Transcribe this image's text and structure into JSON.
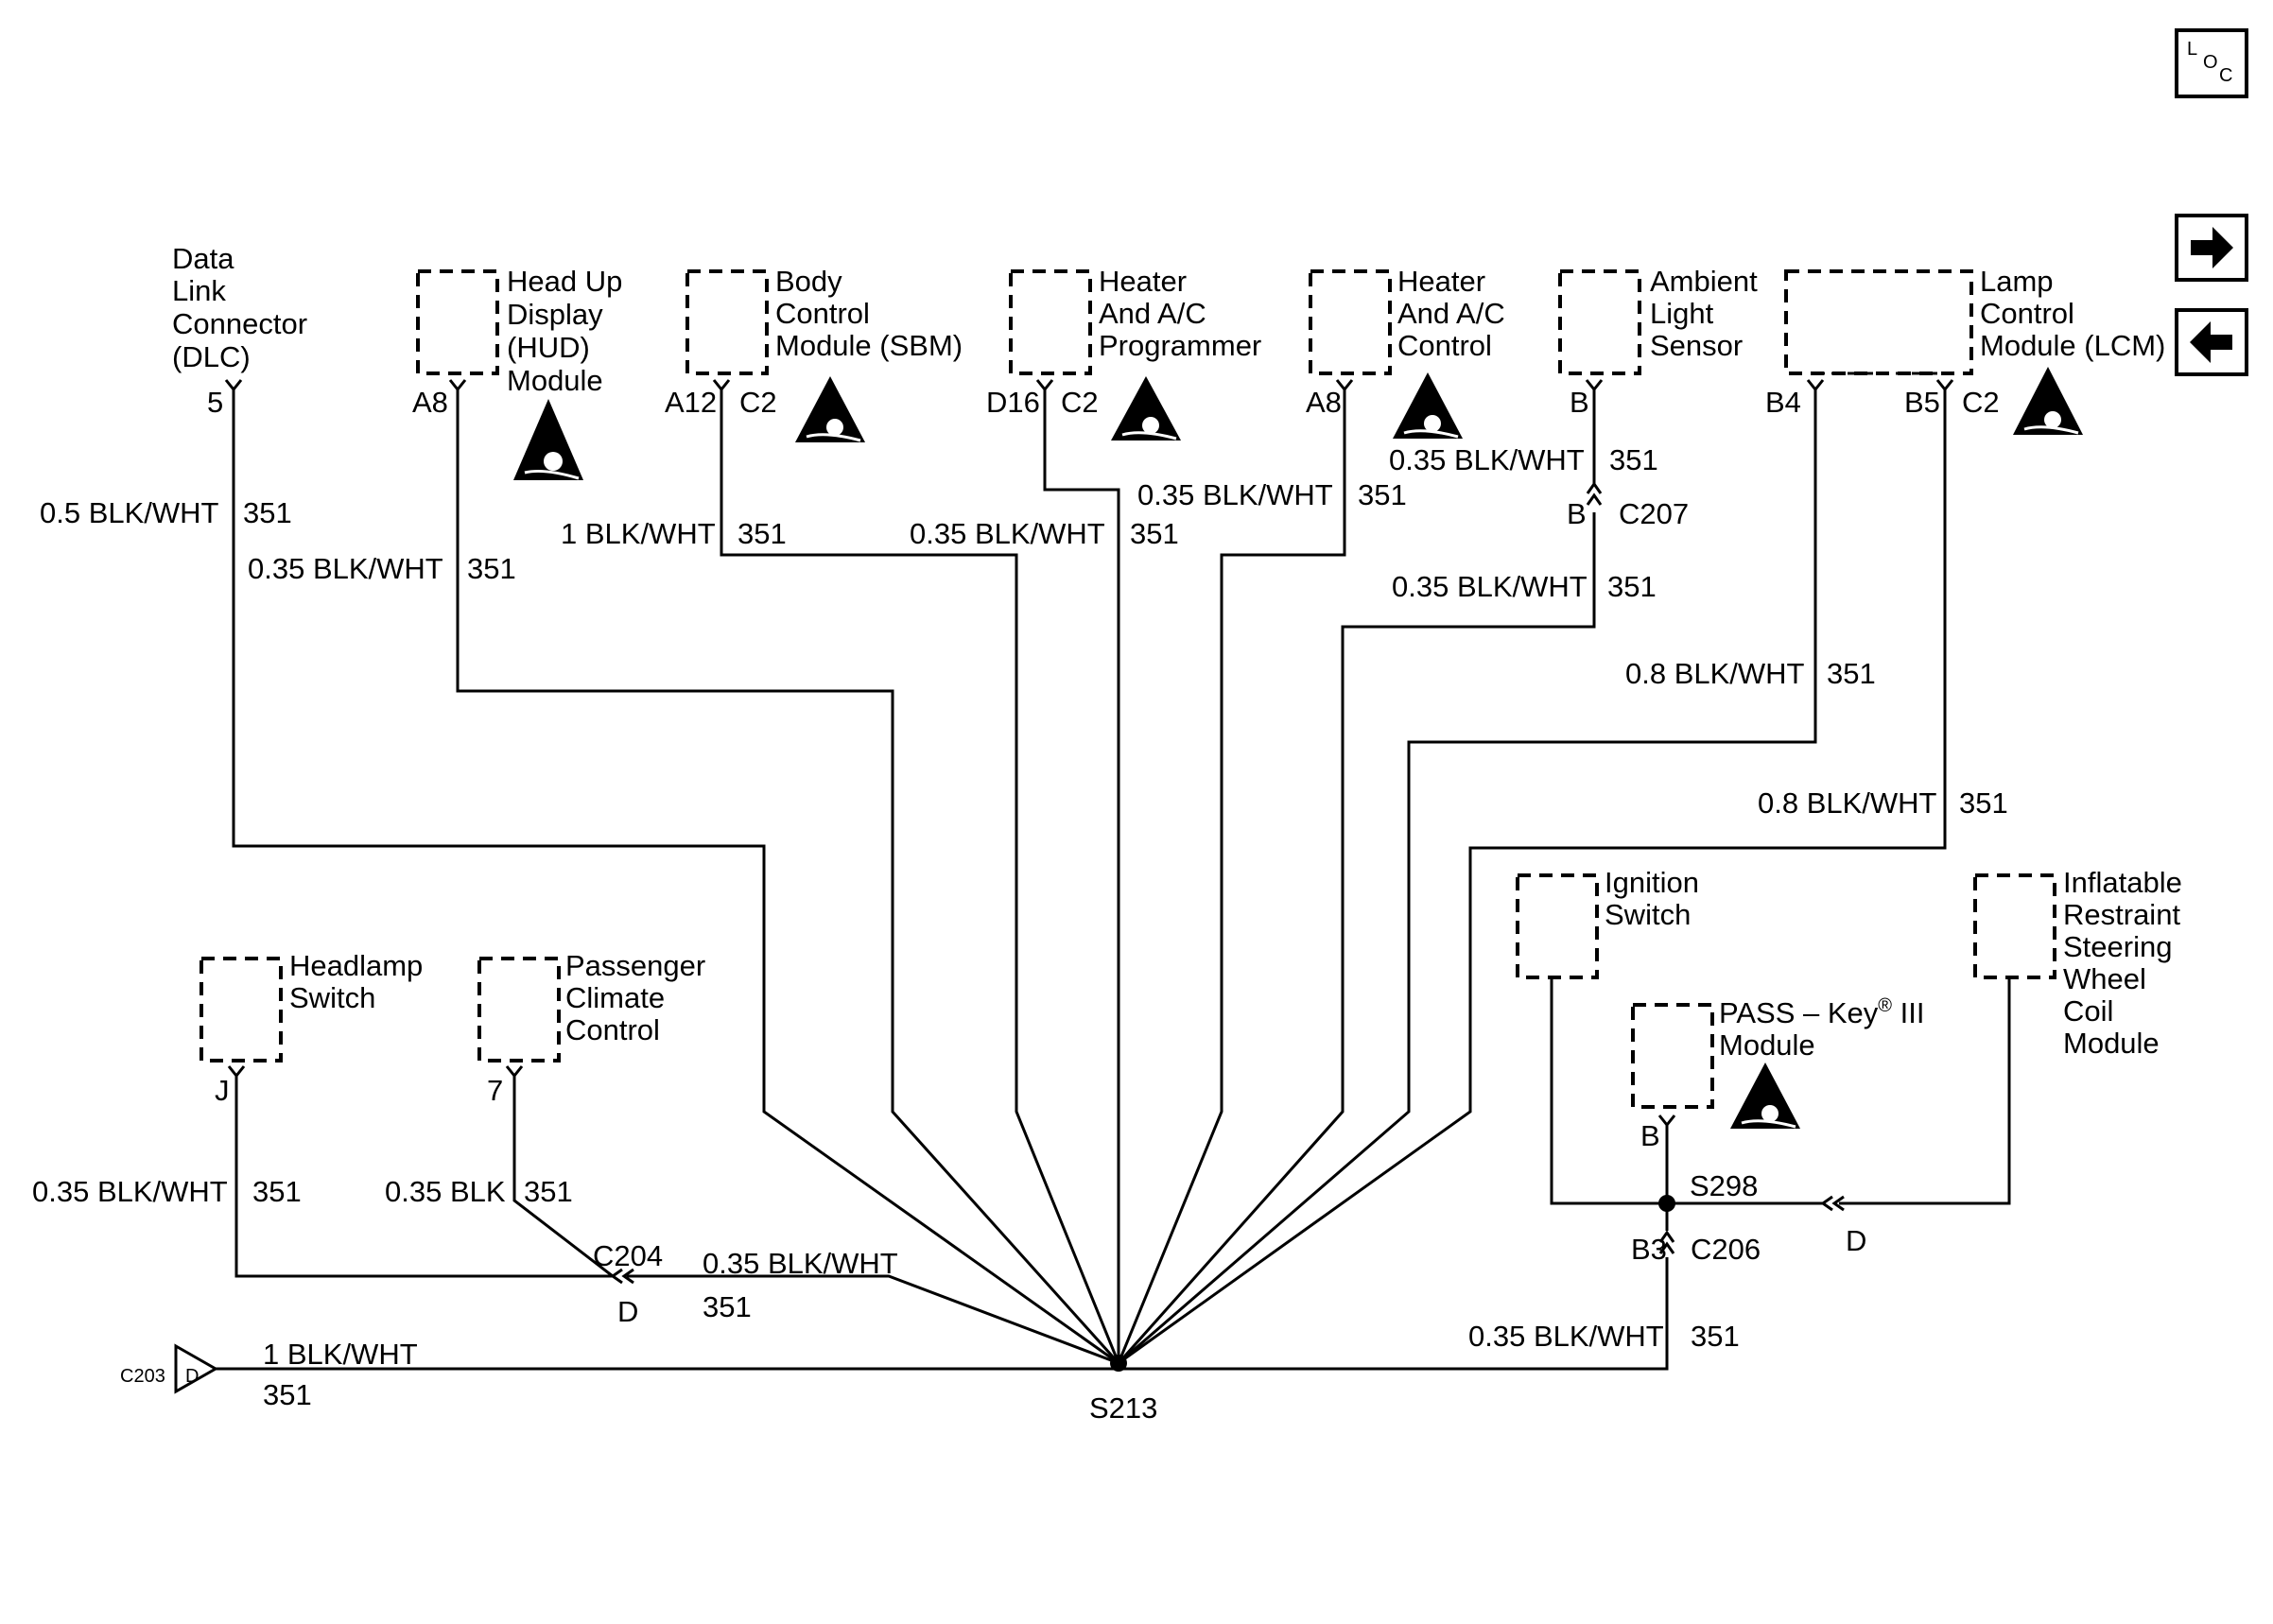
{
  "components": {
    "dlc": [
      "Data",
      "Link",
      "Connector",
      "(DLC)"
    ],
    "hud": [
      "Head Up",
      "Display",
      "(HUD)",
      "Module"
    ],
    "bcm": [
      "Body",
      "Control",
      "Module (SBM)"
    ],
    "hvac_prog": [
      "Heater",
      "And A/C",
      "Programmer"
    ],
    "hvac_ctrl": [
      "Heater",
      "And A/C",
      "Control"
    ],
    "ambient": [
      "Ambient",
      "Light",
      "Sensor"
    ],
    "lcm": [
      "Lamp",
      "Control",
      "Module (LCM)"
    ],
    "headlamp": [
      "Headlamp",
      "Switch"
    ],
    "passenger": [
      "Passenger",
      "Climate",
      "Control"
    ],
    "ignition": [
      "Ignition",
      "Switch"
    ],
    "pass_key": [
      "PASS – Key",
      "®",
      " III",
      "Module"
    ],
    "irs": [
      "Inflatable",
      "Restraint",
      "Steering",
      "Wheel",
      "Coil",
      "Module"
    ]
  },
  "pins": {
    "dlc": "5",
    "hud": "A8",
    "bcm": "A12",
    "bcm_conn": "C2",
    "hvac_prog": "D16",
    "hvac_prog_conn": "C2",
    "hvac_ctrl": "A8",
    "ambient": "B",
    "lcm_b4": "B4",
    "lcm_b5": "B5",
    "lcm_conn": "C2",
    "headlamp": "J",
    "passenger": "7",
    "pass_key": "B"
  },
  "wires": {
    "dlc": "0.5 BLK/WHT",
    "hud": "0.35 BLK/WHT",
    "bcm": "1 BLK/WHT",
    "hvac_prog": "0.35 BLK/WHT",
    "hvac_ctrl": "0.35 BLK/WHT",
    "ambient_top": "0.35 BLK/WHT",
    "ambient_bot": "0.35 BLK/WHT",
    "lcm_b4": "0.8 BLK/WHT",
    "lcm_b5": "0.8 BLK/WHT",
    "headlamp": "0.35 BLK/WHT",
    "passenger": "0.35 BLK",
    "c204": "0.35 BLK/WHT",
    "c203": "1 BLK/WHT",
    "c206": "0.35 BLK/WHT",
    "circuit": "351"
  },
  "connectors": {
    "c207": "C207",
    "c207_pin": "B",
    "c204": "C204",
    "c204_pin": "D",
    "c203": "C203",
    "c203_pin": "D",
    "c206": "C206",
    "c206_pin": "B3",
    "c206_pin_d": "D"
  },
  "splices": {
    "s213": "S213",
    "s298": "S298"
  },
  "nav": {
    "loc_l": "L",
    "loc_o": "O",
    "loc_c": "C"
  }
}
